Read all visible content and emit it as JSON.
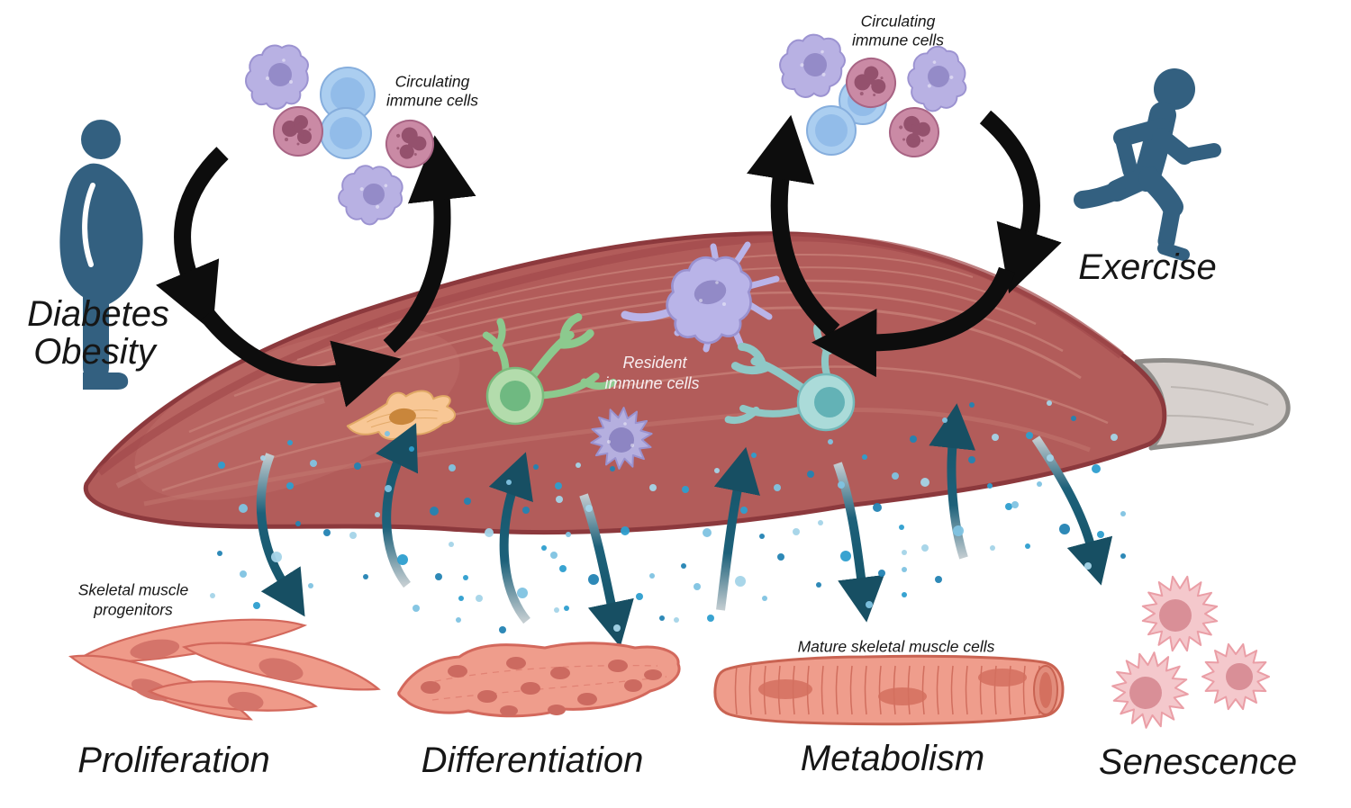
{
  "labels": {
    "circulating_left_1": "Circulating",
    "circulating_left_2": "immune cells",
    "circulating_right_1": "Circulating",
    "circulating_right_2": "immune cells",
    "diabetes": "Diabetes",
    "obesity": "Obesity",
    "exercise": "Exercise",
    "resident_1": "Resident",
    "resident_2": "immune cells",
    "progenitors_1": "Skeletal muscle",
    "progenitors_2": "progenitors",
    "mature": "Mature skeletal muscle cells",
    "proliferation": "Proliferation",
    "differentiation": "Differentiation",
    "metabolism": "Metabolism",
    "senescence": "Senescence"
  },
  "colors": {
    "icon_blue": "#336080",
    "muscle_red": "#b25c5a",
    "muscle_outline": "#8c393d",
    "tendon_gray": "#d7d1ce",
    "cycle_arrow_black": "#0d0d0d",
    "secretion_teal": "#1d617a",
    "cytokine_blue": "#2d9ecf",
    "progenitor_salmon": "#ef9a89",
    "myotube_salmon": "#ef9d8c",
    "senescent_pink": "#f4c8cc",
    "macrophage_purple": "#b8b1e3",
    "lymphocyte_blue": "#abcef0",
    "neutrophil_pink": "#ca8aa5"
  }
}
